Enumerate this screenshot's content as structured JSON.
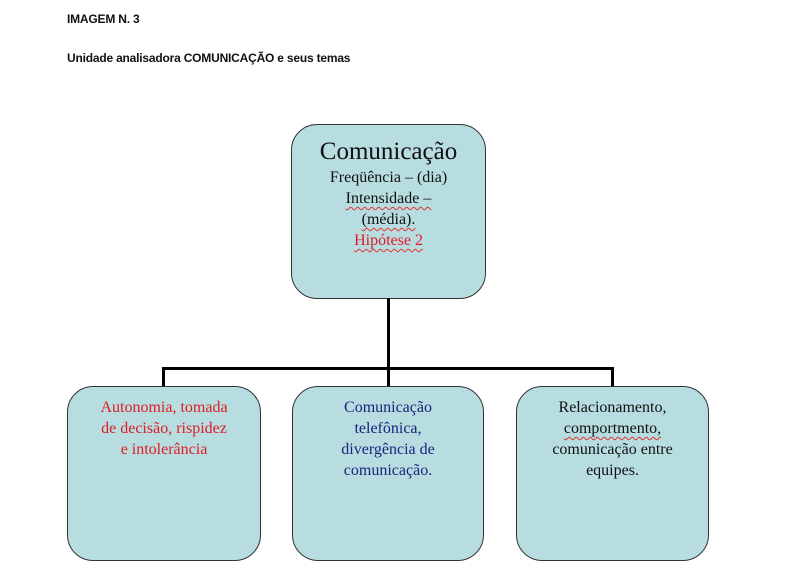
{
  "header": {
    "title": "IMAGEM N. 3",
    "subtitle": "Unidade analisadora COMUNICAÇÃO e seus temas"
  },
  "root": {
    "title": "Comunicação",
    "line1": "Freqüência – (dia)",
    "line2": "Intensidade –",
    "line3": "(média).",
    "line4": "Hipótese 2"
  },
  "children": [
    {
      "lines": [
        "Autonomia, tomada",
        "de decisão, rispidez",
        "e intolerância"
      ],
      "color": "#e01b24"
    },
    {
      "lines": [
        "Comunicação",
        "telefônica,",
        "divergência de",
        "comunicação."
      ],
      "color": "#1a237e"
    },
    {
      "lines": [
        "Relacionamento,",
        "comportmento,",
        "comunicação entre",
        "equipes."
      ],
      "color": "#111111"
    }
  ]
}
